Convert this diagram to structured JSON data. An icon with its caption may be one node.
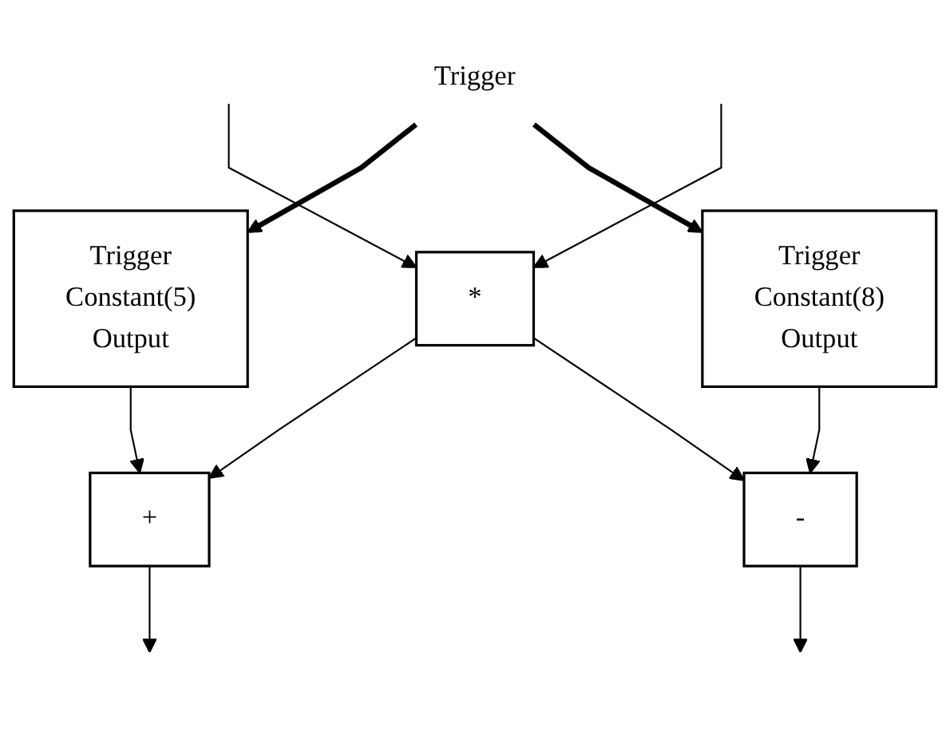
{
  "diagram": {
    "nodes": [
      {
        "text": [
          "Trigger"
        ]
      },
      {
        "text": [
          "Trigger",
          "Constant(5)",
          "Output"
        ]
      },
      {
        "text": [
          "Trigger",
          "Constant(8)",
          "Output"
        ]
      },
      {
        "text": [
          "*"
        ]
      },
      {
        "text": [
          "+"
        ]
      },
      {
        "text": [
          "-"
        ]
      }
    ],
    "edges": [
      {
        "from": null,
        "to": 3,
        "arrow": "to"
      },
      {
        "from": null,
        "to": 3,
        "arrow": "to"
      },
      {
        "from": 0,
        "to": 1,
        "arrow": "to",
        "style": "thick"
      },
      {
        "from": 0,
        "to": 2,
        "arrow": "to",
        "style": "thick"
      },
      {
        "from": 3,
        "to": 4,
        "arrow": "to"
      },
      {
        "from": 1,
        "to": 4,
        "arrow": "to"
      },
      {
        "from": 3,
        "to": 5,
        "arrow": "to"
      },
      {
        "from": 2,
        "to": 5,
        "arrow": "to"
      },
      {
        "from": 4,
        "to": null,
        "arrow": "to"
      },
      {
        "from": 5,
        "to": null,
        "arrow": "to"
      }
    ]
  }
}
